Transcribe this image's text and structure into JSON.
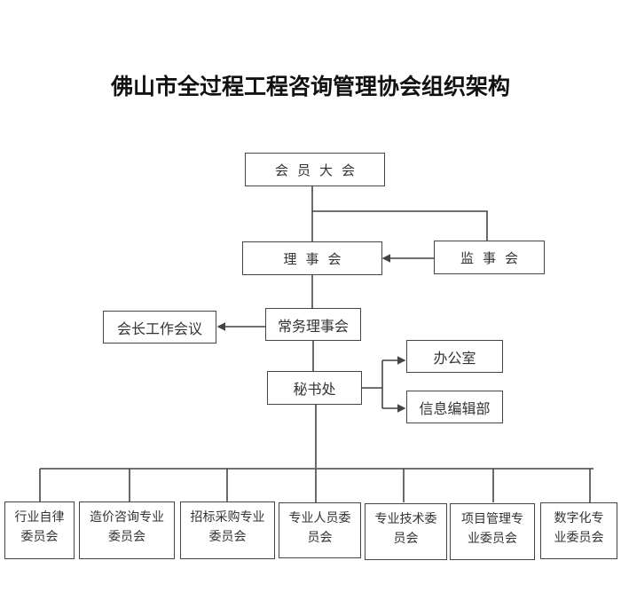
{
  "title": "佛山市全过程工程咨询管理协会组织架构",
  "nodes": {
    "general_assembly": "会员大会",
    "council": "理事会",
    "supervisory_board": "监事会",
    "standing_council": "常务理事会",
    "president_meeting": "会长工作会议",
    "secretariat": "秘书处",
    "office": "办公室",
    "info_editing": "信息编辑部"
  },
  "committees": [
    {
      "line1": "行业自律",
      "line2": "委员会"
    },
    {
      "line1": "造价咨询专业",
      "line2": "委员会"
    },
    {
      "line1": "招标采购专业",
      "line2": "委员会"
    },
    {
      "line1": "专业人员委",
      "line2": "员会"
    },
    {
      "line1": "专业技术委",
      "line2": "员会"
    },
    {
      "line1": "项目管理专",
      "line2": "业委员会"
    },
    {
      "line1": "数字化专",
      "line2": "业委员会"
    }
  ],
  "colors": {
    "line": "#444444",
    "text": "#333333",
    "title": "#111111"
  }
}
